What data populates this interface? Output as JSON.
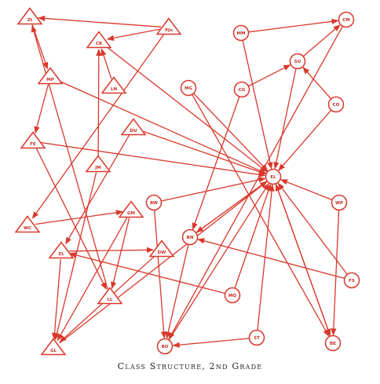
{
  "caption": "Class Structure, 2nd Grade",
  "colors": {
    "ink": "#d9382b",
    "label": "#c42d22",
    "paper": "#ffffff"
  },
  "nodes": [
    {
      "id": "zt",
      "label": "Zt",
      "shape": "triangle"
    },
    {
      "id": "mp",
      "label": "MP",
      "shape": "triangle"
    },
    {
      "id": "cr",
      "label": "CR",
      "shape": "triangle"
    },
    {
      "id": "pin",
      "label": "PJn",
      "shape": "triangle"
    },
    {
      "id": "ln",
      "label": "LN",
      "shape": "triangle"
    },
    {
      "id": "fe",
      "label": "FE",
      "shape": "triangle"
    },
    {
      "id": "du",
      "label": "DU",
      "shape": "triangle"
    },
    {
      "id": "jm",
      "label": "JM",
      "shape": "triangle"
    },
    {
      "id": "wc",
      "label": "WC",
      "shape": "triangle"
    },
    {
      "id": "gm",
      "label": "GM",
      "shape": "triangle"
    },
    {
      "id": "dw",
      "label": "DW",
      "shape": "triangle"
    },
    {
      "id": "zl",
      "label": "ZL",
      "shape": "triangle"
    },
    {
      "id": "ll",
      "label": "LL",
      "shape": "triangle"
    },
    {
      "id": "gl",
      "label": "GL",
      "shape": "triangle"
    },
    {
      "id": "mm",
      "label": "MM",
      "shape": "circle"
    },
    {
      "id": "cm",
      "label": "CM",
      "shape": "circle"
    },
    {
      "id": "su",
      "label": "SU",
      "shape": "circle"
    },
    {
      "id": "mg",
      "label": "MG",
      "shape": "circle"
    },
    {
      "id": "cg",
      "label": "CG",
      "shape": "circle"
    },
    {
      "id": "co",
      "label": "CO",
      "shape": "circle"
    },
    {
      "id": "el",
      "label": "EL",
      "shape": "circle"
    },
    {
      "id": "bw",
      "label": "BW",
      "shape": "circle"
    },
    {
      "id": "wp",
      "label": "WP",
      "shape": "circle"
    },
    {
      "id": "bn",
      "label": "BN",
      "shape": "circle"
    },
    {
      "id": "mq",
      "label": "MQ",
      "shape": "circle"
    },
    {
      "id": "fs",
      "label": "FS",
      "shape": "circle"
    },
    {
      "id": "st",
      "label": "ST",
      "shape": "circle"
    },
    {
      "id": "bo",
      "label": "BO",
      "shape": "circle"
    },
    {
      "id": "be",
      "label": "BE",
      "shape": "circle"
    }
  ],
  "edges": [
    {
      "from": "pin",
      "to": "zt"
    },
    {
      "from": "zt",
      "to": "mp"
    },
    {
      "from": "mp",
      "to": "fe"
    },
    {
      "from": "ll",
      "to": "zt"
    },
    {
      "from": "pin",
      "to": "cr"
    },
    {
      "from": "ln",
      "to": "cr"
    },
    {
      "from": "pin",
      "to": "wc"
    },
    {
      "from": "cr",
      "to": "el"
    },
    {
      "from": "fe",
      "to": "el"
    },
    {
      "from": "du",
      "to": "el"
    },
    {
      "from": "fe",
      "to": "ll"
    },
    {
      "from": "jm",
      "to": "cr"
    },
    {
      "from": "jm",
      "to": "gl"
    },
    {
      "from": "du",
      "to": "zl"
    },
    {
      "from": "wc",
      "to": "gm"
    },
    {
      "from": "gm",
      "to": "gl"
    },
    {
      "from": "gm",
      "to": "ll"
    },
    {
      "from": "dw",
      "to": "gl"
    },
    {
      "from": "zl",
      "to": "dw"
    },
    {
      "from": "zl",
      "to": "gl"
    },
    {
      "from": "mq",
      "to": "zl"
    },
    {
      "from": "mm",
      "to": "cm"
    },
    {
      "from": "mm",
      "to": "el"
    },
    {
      "from": "cg",
      "to": "su"
    },
    {
      "from": "cg",
      "to": "bn"
    },
    {
      "from": "su",
      "to": "cm"
    },
    {
      "from": "su",
      "to": "el"
    },
    {
      "from": "co",
      "to": "su"
    },
    {
      "from": "co",
      "to": "el"
    },
    {
      "from": "mg",
      "to": "el"
    },
    {
      "from": "mg",
      "to": "be"
    },
    {
      "from": "cm",
      "to": "bo"
    },
    {
      "from": "bw",
      "to": "el"
    },
    {
      "from": "bw",
      "to": "bo"
    },
    {
      "from": "bn",
      "to": "el"
    },
    {
      "from": "bn",
      "to": "bo"
    },
    {
      "from": "wp",
      "to": "el"
    },
    {
      "from": "wp",
      "to": "be"
    },
    {
      "from": "mq",
      "to": "el"
    },
    {
      "from": "fs",
      "to": "el"
    },
    {
      "from": "fs",
      "to": "bn"
    },
    {
      "from": "st",
      "to": "el"
    },
    {
      "from": "st",
      "to": "bo"
    },
    {
      "from": "bo",
      "to": "el"
    },
    {
      "from": "be",
      "to": "el"
    },
    {
      "from": "gl",
      "to": "el"
    },
    {
      "from": "el",
      "to": "bn"
    },
    {
      "from": "el",
      "to": "be"
    },
    {
      "from": "mp",
      "to": "el"
    }
  ]
}
